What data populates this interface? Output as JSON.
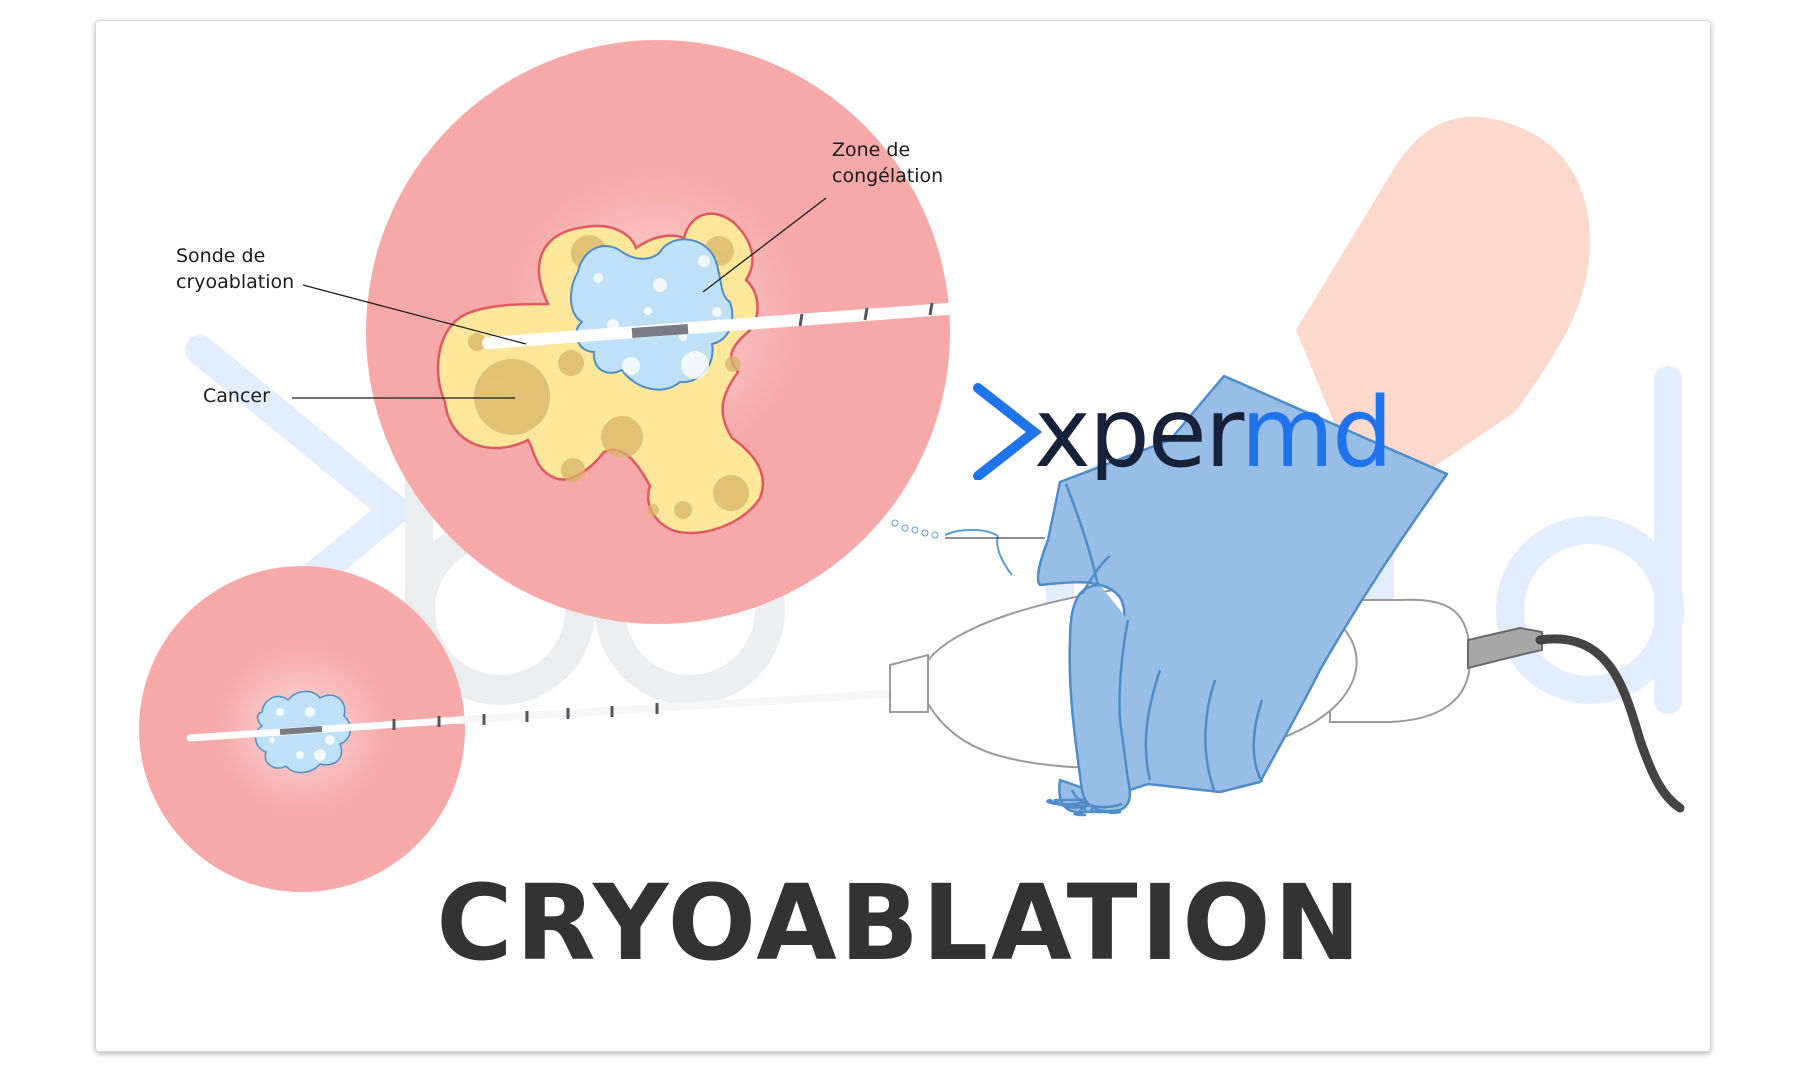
{
  "brand": {
    "name_part1": "xper",
    "name_part2": "md",
    "colors": {
      "dark": "#16213a",
      "accent": "#1f74ec"
    }
  },
  "labels": {
    "freezing_zone_line1": "Zone de",
    "freezing_zone_line2": "congélation",
    "probe_line1": "Sonde de",
    "probe_line2": "cryoablation",
    "cancer": "Cancer"
  },
  "title": "CRYOABLATION",
  "colors": {
    "tissue": "#f7a8a8",
    "tumor": "#fde79a",
    "tumor_outline": "#e05860",
    "ice_ball": "#bfe1f7",
    "glove": "#98bde6",
    "skin": "#fcd9cc",
    "device": "#ffffff"
  }
}
